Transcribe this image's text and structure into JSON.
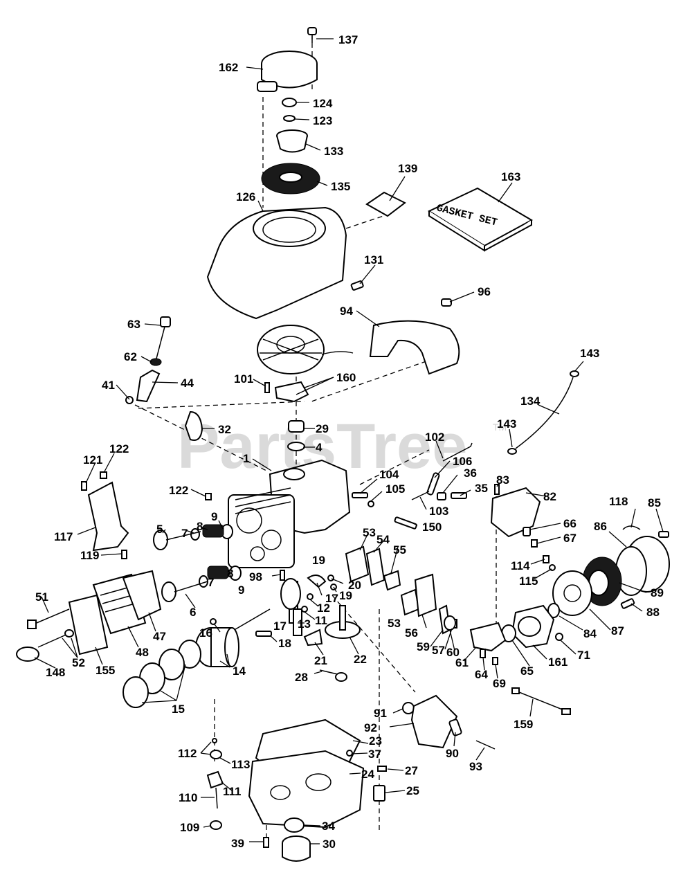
{
  "watermark": {
    "text": "PartsTree",
    "tm": "TM"
  },
  "gasket_set_label": "GASKET SET",
  "callouts": [
    "137",
    "162",
    "124",
    "123",
    "133",
    "135",
    "139",
    "163",
    "126",
    "131",
    "96",
    "94",
    "63",
    "62",
    "101",
    "160",
    "44",
    "41",
    "143",
    "134",
    "29",
    "32",
    "4",
    "102",
    "106",
    "1",
    "121",
    "122",
    "104",
    "36",
    "105",
    "83",
    "82",
    "35",
    "103",
    "118",
    "85",
    "150",
    "66",
    "86",
    "67",
    "117",
    "9",
    "8",
    "7",
    "5",
    "53",
    "54",
    "55",
    "114",
    "115",
    "98",
    "119",
    "17",
    "19",
    "20",
    "89",
    "88",
    "51",
    "6",
    "12",
    "11",
    "13",
    "87",
    "84",
    "47",
    "18",
    "16",
    "22",
    "59",
    "57",
    "60",
    "61",
    "56",
    "71",
    "161",
    "65",
    "64",
    "69",
    "52",
    "148",
    "155",
    "48",
    "14",
    "21",
    "28",
    "15",
    "91",
    "159",
    "92",
    "90",
    "23",
    "112",
    "113",
    "37",
    "93",
    "27",
    "24",
    "110",
    "111",
    "25",
    "109",
    "34",
    "39",
    "30"
  ]
}
